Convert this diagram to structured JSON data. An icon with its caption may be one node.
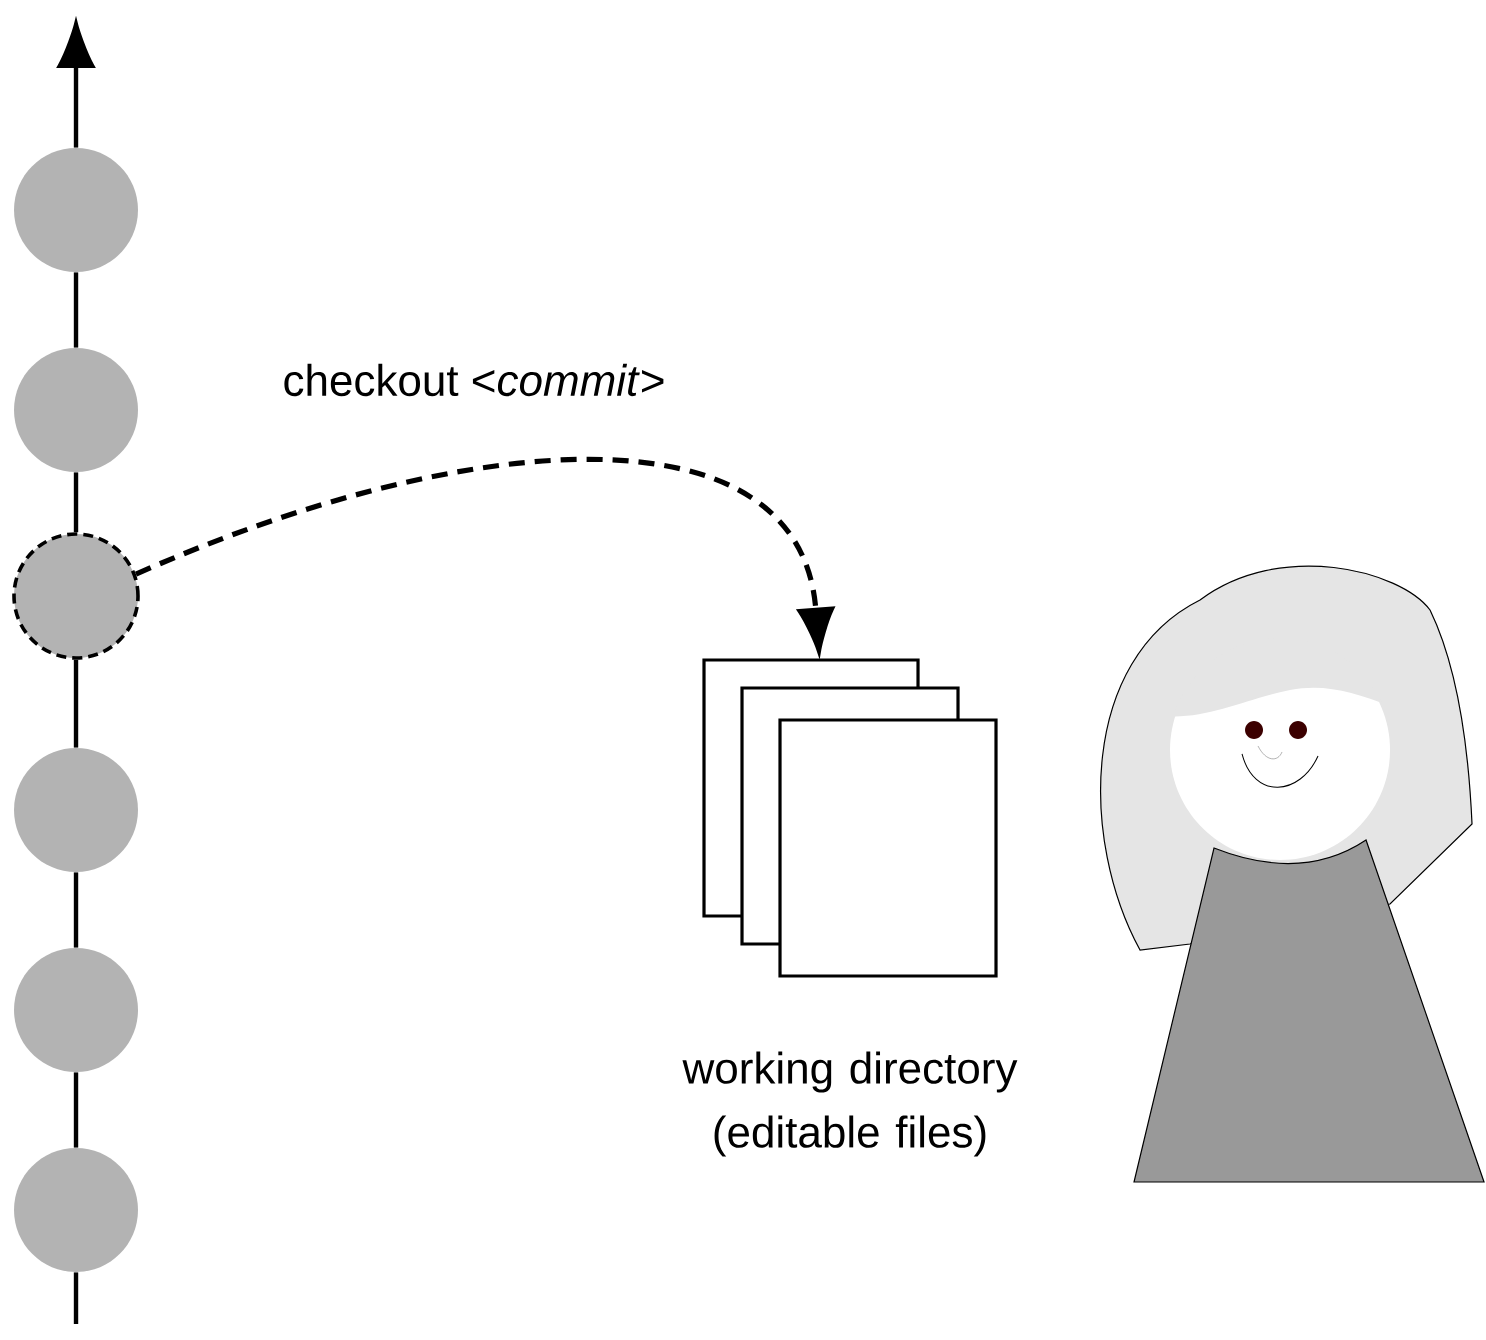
{
  "diagram": {
    "nodes": [
      {
        "text": [],
        "shape": "circle"
      },
      {
        "text": [],
        "shape": "circle"
      },
      {
        "text": [],
        "shape": "circle"
      },
      {
        "text": [],
        "shape": "circle"
      },
      {
        "text": [],
        "shape": "circle"
      },
      {
        "text": [],
        "shape": "circle"
      },
      {
        "text": [],
        "shape": "box",
        "beside": [
          "working directory (editable files)"
        ]
      }
    ],
    "edges": [
      {
        "from": 0,
        "to": null,
        "arrow": "to"
      },
      {
        "from": 0,
        "to": 1,
        "arrow": "none"
      },
      {
        "from": 1,
        "to": 2,
        "arrow": "none"
      },
      {
        "from": 2,
        "to": 3,
        "arrow": "none"
      },
      {
        "from": 3,
        "to": 4,
        "arrow": "none"
      },
      {
        "from": 4,
        "to": 5,
        "arrow": "none"
      },
      {
        "from": 5,
        "to": null,
        "arrow": "none"
      },
      {
        "from": 2,
        "to": 6,
        "arrow": "to",
        "style": "dashed",
        "label": "checkout <*commit*>"
      }
    ]
  }
}
